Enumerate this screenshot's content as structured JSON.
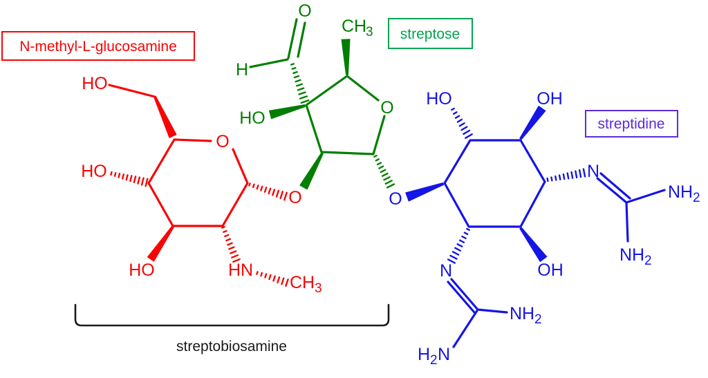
{
  "labels": {
    "glucosamine_box": "N-methyl-L-glucosamine",
    "streptose_box": "streptose",
    "streptidine_box": "streptidine",
    "bracket": "streptobiosamine"
  },
  "colors": {
    "glucosamine": "#f70505",
    "streptose": "#027f02",
    "streptose_label": "#00a44f",
    "streptidine": "#1515e6",
    "streptidine_label": "#5b2be0",
    "bracket": "#1a1a1a"
  },
  "atoms": {
    "glucosamine": {
      "ho_top": "HO",
      "ho_left": "HO",
      "ho_bottom": "HO",
      "ring_o": "O",
      "glycosidic_o": "O",
      "hn": "HN",
      "methyl": "CH",
      "methyl_sub": "3"
    },
    "streptose": {
      "aldehyde_o": "O",
      "aldehyde_h": "H",
      "ho": "HO",
      "methyl": "CH",
      "methyl_sub": "3",
      "ring_o": "O"
    },
    "streptidine": {
      "ho": "HO",
      "oh_top": "OH",
      "oh_bottom": "OH",
      "glycosidic_o": "O",
      "n_right": "N",
      "n_bottom": "N",
      "nh": "NH",
      "nh_sub": "2",
      "h2n_h": "H",
      "h2n_sub": "2",
      "h2n_n": "N"
    }
  }
}
